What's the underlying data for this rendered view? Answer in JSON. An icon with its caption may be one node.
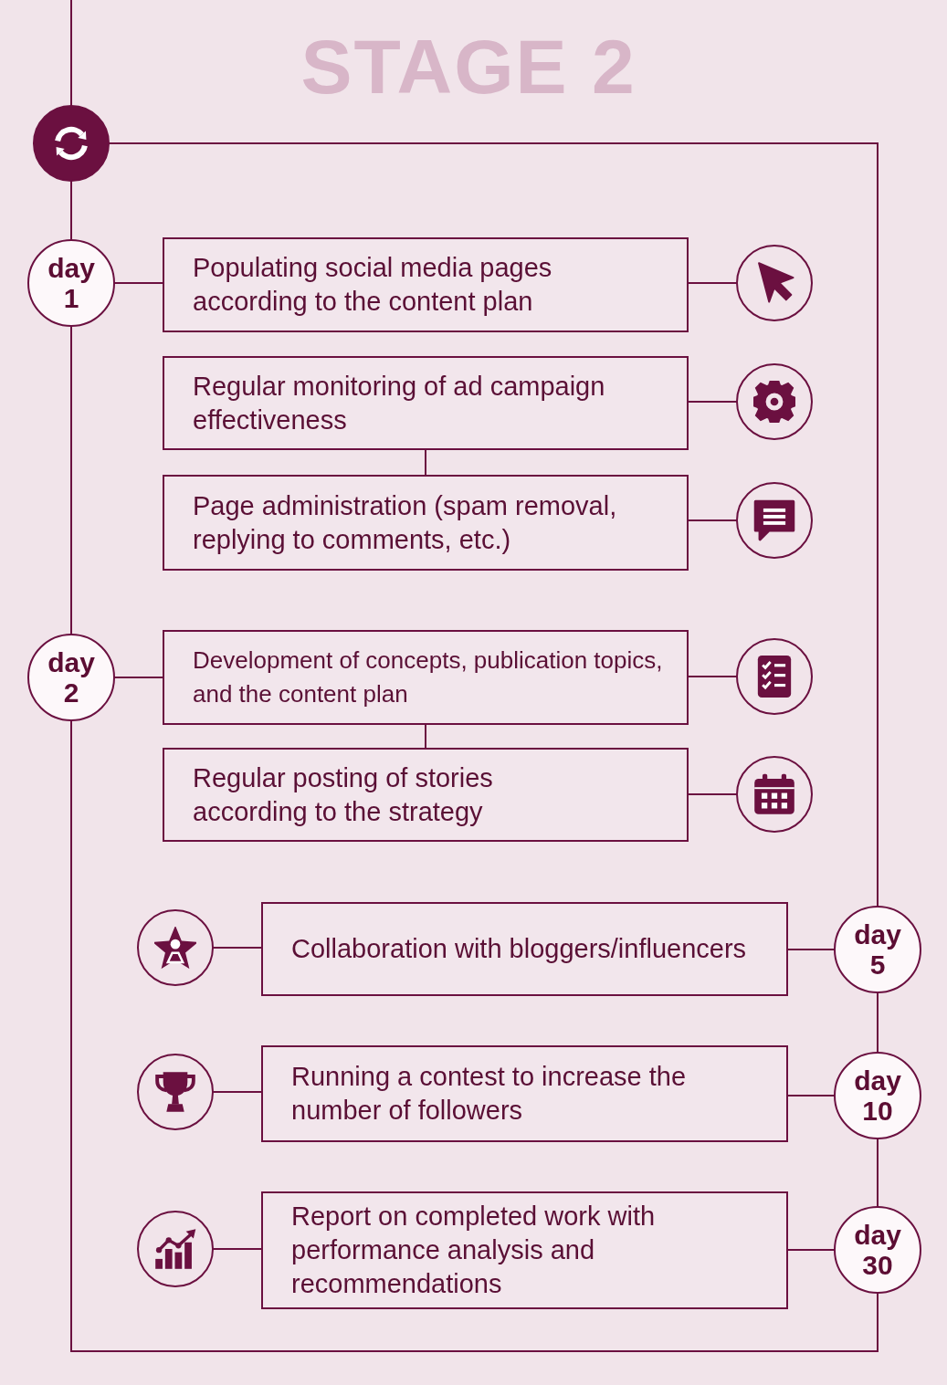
{
  "diagram": {
    "title": "STAGE 2",
    "nodes": [
      {
        "text": [],
        "shape": "circle"
      },
      {
        "text": [
          "day 1"
        ]
      },
      {
        "text": [
          "Populating social media pages according to the content plan"
        ]
      },
      {
        "text": [],
        "shape": "circle"
      },
      {
        "text": [
          "Regular monitoring of ad campaign effectiveness"
        ]
      },
      {
        "text": [],
        "shape": "circle"
      },
      {
        "text": [
          "Page administration (spam removal, replying to comments, etc.)"
        ]
      },
      {
        "text": [],
        "shape": "circle"
      },
      {
        "text": [
          "day 2"
        ]
      },
      {
        "text": [
          "Development of concepts, publication topics, and the content plan"
        ]
      },
      {
        "text": [],
        "shape": "circle"
      },
      {
        "text": [
          "Regular posting of stories according to the strategy"
        ]
      },
      {
        "text": [],
        "shape": "circle"
      },
      {
        "text": [],
        "shape": "circle"
      },
      {
        "text": [
          "Collaboration with bloggers/influencers"
        ]
      },
      {
        "text": [
          "day 5"
        ]
      },
      {
        "text": [],
        "shape": "circle"
      },
      {
        "text": [
          "Running a contest to increase the number of followers"
        ]
      },
      {
        "text": [
          "day 10"
        ]
      },
      {
        "text": [],
        "shape": "circle"
      },
      {
        "text": [
          "Report on completed work with performance analysis and recommendations"
        ]
      },
      {
        "text": [
          "day 30"
        ]
      }
    ],
    "edges": [
      {
        "from": null,
        "to": 0,
        "arrow": "none"
      },
      {
        "from": 0,
        "to": 1,
        "arrow": "none"
      },
      {
        "from": 1,
        "to": 8,
        "arrow": "none"
      },
      {
        "from": 8,
        "to": 21,
        "arrow": "none"
      },
      {
        "from": 0,
        "to": 15,
        "arrow": "none"
      },
      {
        "from": 15,
        "to": 18,
        "arrow": "none"
      },
      {
        "from": 18,
        "to": 21,
        "arrow": "none"
      },
      {
        "from": 1,
        "to": 2,
        "arrow": "none"
      },
      {
        "from": 2,
        "to": 3,
        "arrow": "none"
      },
      {
        "from": 4,
        "to": 5,
        "arrow": "none"
      },
      {
        "from": 4,
        "to": 6,
        "arrow": "none"
      },
      {
        "from": 6,
        "to": 7,
        "arrow": "none"
      },
      {
        "from": 8,
        "to": 9,
        "arrow": "none"
      },
      {
        "from": 9,
        "to": 10,
        "arrow": "none"
      },
      {
        "from": 9,
        "to": 11,
        "arrow": "none"
      },
      {
        "from": 11,
        "to": 12,
        "arrow": "none"
      },
      {
        "from": 13,
        "to": 14,
        "arrow": "none"
      },
      {
        "from": 14,
        "to": 15,
        "arrow": "none"
      },
      {
        "from": 16,
        "to": 17,
        "arrow": "none"
      },
      {
        "from": 17,
        "to": 18,
        "arrow": "none"
      },
      {
        "from": 19,
        "to": 20,
        "arrow": "none"
      },
      {
        "from": 20,
        "to": 21,
        "arrow": "none"
      }
    ]
  }
}
